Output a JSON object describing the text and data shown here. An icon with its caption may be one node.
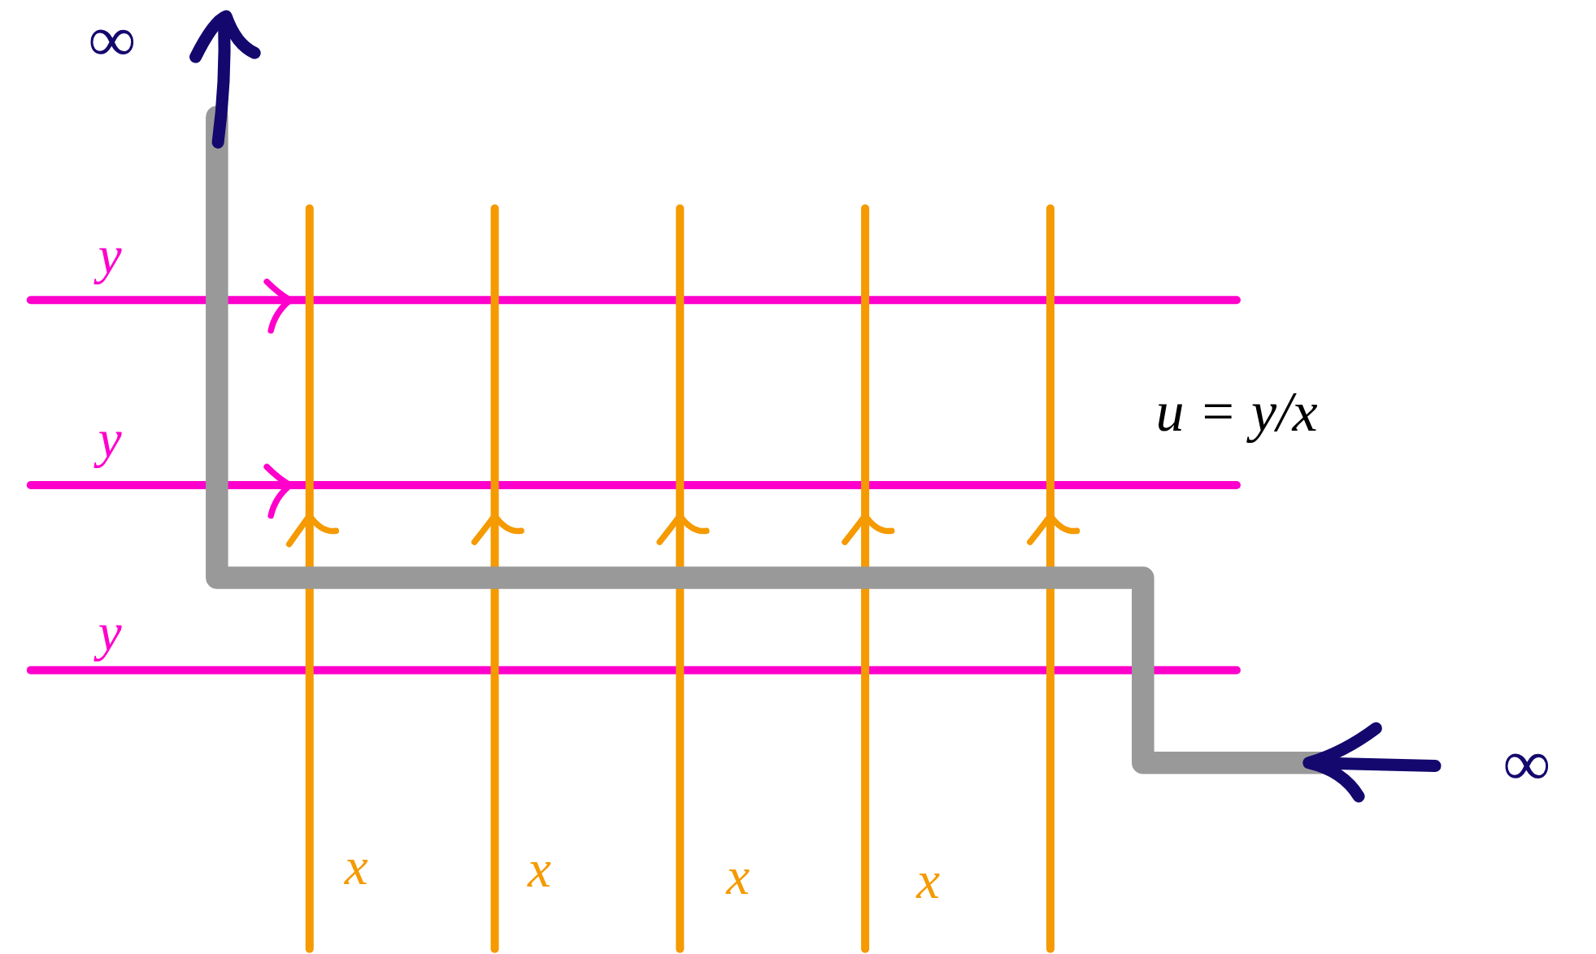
{
  "diagram": {
    "labels": [
      "∞",
      "y",
      "u = y/x",
      "y",
      "y",
      "x",
      "x",
      "x",
      "x",
      "∞"
    ]
  }
}
